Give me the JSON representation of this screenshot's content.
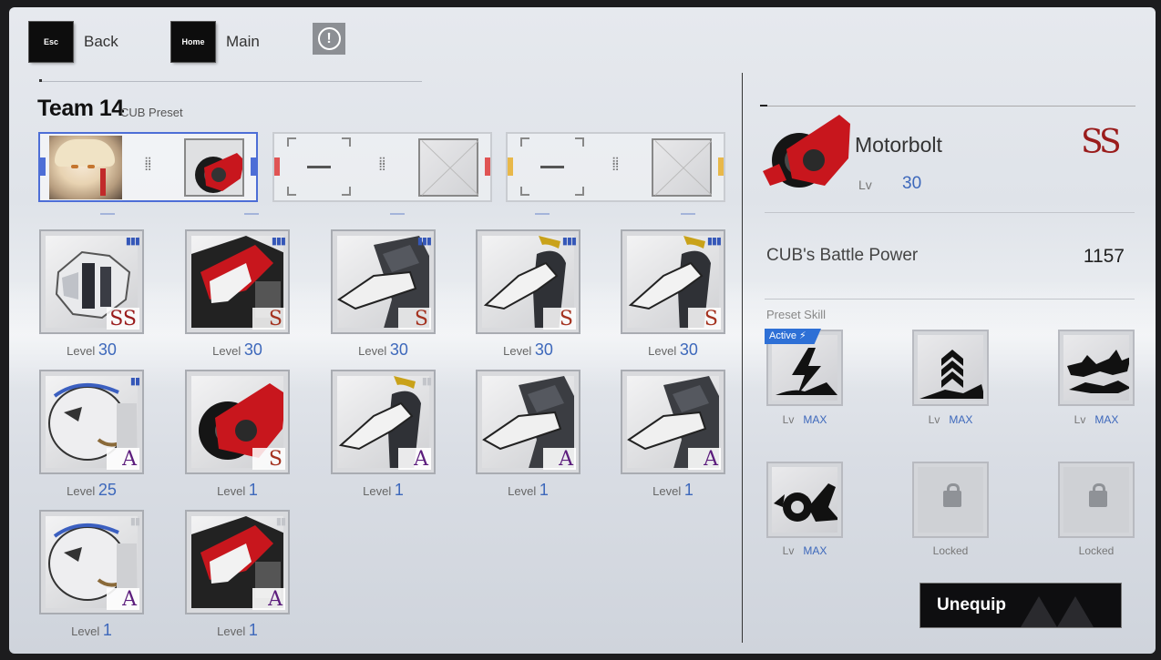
{
  "nav": {
    "back_key": "Esc",
    "back_label": "Back",
    "home_key": "Home",
    "home_label": "Main",
    "info_icon": "alert-icon"
  },
  "team": {
    "title": "Team 14",
    "subtitle": "CUB Preset"
  },
  "cubs": [
    {
      "grade": "SS",
      "level_label": "Level",
      "level": "30",
      "stars": "▮▮▮",
      "stars_active": true,
      "art": "white-armor"
    },
    {
      "grade": "S",
      "level_label": "Level",
      "level": "30",
      "stars": "▮▮▮",
      "stars_active": true,
      "art": "red-armor"
    },
    {
      "grade": "S",
      "level_label": "Level",
      "level": "30",
      "stars": "▮▮▮",
      "stars_active": true,
      "art": "dark-beast"
    },
    {
      "grade": "S",
      "level_label": "Level",
      "level": "30",
      "stars": "▮▮▮",
      "stars_active": true,
      "art": "gold-horn"
    },
    {
      "grade": "S",
      "level_label": "Level",
      "level": "30",
      "stars": "▮▮▮",
      "stars_active": true,
      "art": "gold-horn"
    },
    {
      "grade": "A",
      "level_label": "Level",
      "level": "25",
      "stars": "▮▮",
      "stars_active": true,
      "art": "white-bear"
    },
    {
      "grade": "S",
      "level_label": "Level",
      "level": "1",
      "stars": "",
      "stars_active": false,
      "art": "motorbolt"
    },
    {
      "grade": "A",
      "level_label": "Level",
      "level": "1",
      "stars": "▮▮",
      "stars_active": false,
      "art": "gold-horn"
    },
    {
      "grade": "A",
      "level_label": "Level",
      "level": "1",
      "stars": "",
      "stars_active": false,
      "art": "dark-beast"
    },
    {
      "grade": "A",
      "level_label": "Level",
      "level": "1",
      "stars": "",
      "stars_active": false,
      "art": "dark-beast"
    },
    {
      "grade": "A",
      "level_label": "Level",
      "level": "1",
      "stars": "▮▮",
      "stars_active": false,
      "art": "white-bear"
    },
    {
      "grade": "A",
      "level_label": "Level",
      "level": "1",
      "stars": "▮▮",
      "stars_active": false,
      "art": "red-armor"
    }
  ],
  "selected": {
    "name": "Motorbolt",
    "grade": "SS",
    "lv_label": "Lv",
    "lv": "30",
    "bp_label": "CUB's Battle Power",
    "bp": "1157"
  },
  "skills": {
    "section_label": "Preset Skill",
    "active_badge": "Active",
    "items": [
      {
        "icon": "lightning-skill-icon",
        "lv_label": "Lv",
        "lv": "MAX",
        "locked": false
      },
      {
        "icon": "rank-chevron-skill-icon",
        "lv_label": "Lv",
        "lv": "MAX",
        "locked": false
      },
      {
        "icon": "shockwave-skill-icon",
        "lv_label": "Lv",
        "lv": "MAX",
        "locked": false
      },
      {
        "icon": "rider-skill-icon",
        "lv_label": "Lv",
        "lv": "MAX",
        "locked": false
      },
      {
        "icon": "lock-icon",
        "locked_label": "Locked",
        "locked": true
      },
      {
        "icon": "lock-icon",
        "locked_label": "Locked",
        "locked": true
      }
    ]
  },
  "actions": {
    "unequip": "Unequip"
  },
  "colors": {
    "accent_blue": "#3d68bb",
    "active_border": "#4d6ed6",
    "grade_ss": "#9a1c1c",
    "grade_a": "#5c1d7d"
  }
}
